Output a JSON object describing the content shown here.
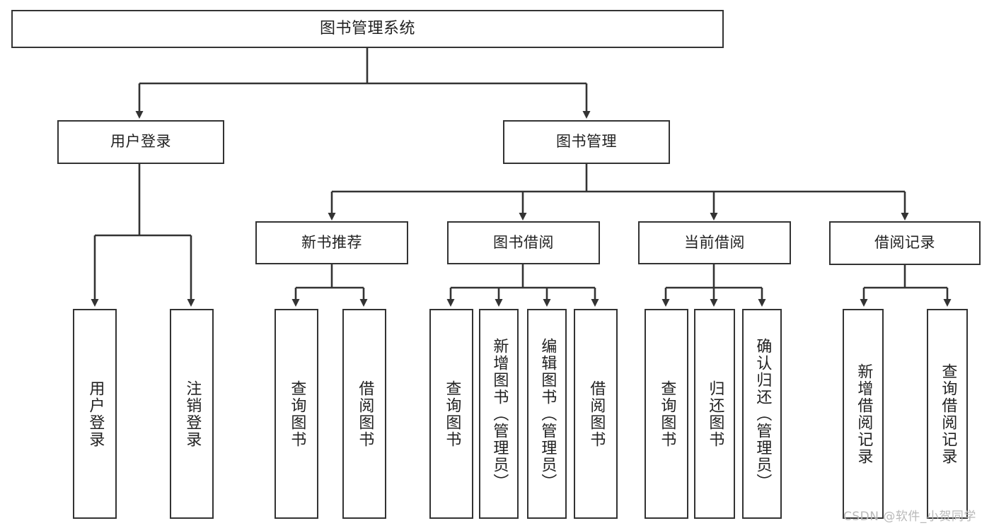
{
  "diagram": {
    "title": "图书管理系统",
    "type": "tree-hierarchy-chart",
    "colors": {
      "box_border": "#333333",
      "box_fill": "#ffffff",
      "connector": "#333333",
      "text": "#222222",
      "watermark": "#b9b9b9",
      "background": "#ffffff"
    },
    "nodes": {
      "root": {
        "label": "图书管理系统",
        "orientation": "horizontal"
      },
      "level2": [
        {
          "id": "user-login",
          "label": "用户登录",
          "orientation": "horizontal"
        },
        {
          "id": "book-management",
          "label": "图书管理",
          "orientation": "horizontal"
        }
      ],
      "level3": [
        {
          "id": "new-book-recommend",
          "label": "新书推荐",
          "orientation": "horizontal"
        },
        {
          "id": "book-borrow",
          "label": "图书借阅",
          "orientation": "horizontal"
        },
        {
          "id": "current-borrow",
          "label": "当前借阅",
          "orientation": "horizontal"
        },
        {
          "id": "borrow-record",
          "label": "借阅记录",
          "orientation": "horizontal"
        }
      ],
      "leaves": {
        "user-login": [
          {
            "id": "leaf-user-login",
            "label": "用户登录",
            "orientation": "vertical"
          },
          {
            "id": "leaf-logout-login",
            "label": "注销登录",
            "orientation": "vertical"
          }
        ],
        "new-book-recommend": [
          {
            "id": "leaf-query-book-1",
            "label": "查询图书",
            "orientation": "vertical"
          },
          {
            "id": "leaf-borrow-book-1",
            "label": "借阅图书",
            "orientation": "vertical"
          }
        ],
        "book-borrow": [
          {
            "id": "leaf-query-book-2",
            "label": "查询图书",
            "orientation": "vertical"
          },
          {
            "id": "leaf-add-book",
            "label": "新增图书（管理员）",
            "orientation": "vertical"
          },
          {
            "id": "leaf-edit-book",
            "label": "编辑图书（管理员）",
            "orientation": "vertical"
          },
          {
            "id": "leaf-borrow-book-2",
            "label": "借阅图书",
            "orientation": "vertical"
          }
        ],
        "current-borrow": [
          {
            "id": "leaf-query-book-3",
            "label": "查询图书",
            "orientation": "vertical"
          },
          {
            "id": "leaf-return-book",
            "label": "归还图书",
            "orientation": "vertical"
          },
          {
            "id": "leaf-confirm-return",
            "label": "确认归还（管理员）",
            "orientation": "vertical"
          }
        ],
        "borrow-record": [
          {
            "id": "leaf-add-record",
            "label": "新增借阅记录",
            "orientation": "vertical"
          },
          {
            "id": "leaf-query-record",
            "label": "查询借阅记录",
            "orientation": "vertical"
          }
        ]
      }
    },
    "watermark": "CSDN @软件_小贺同学"
  }
}
